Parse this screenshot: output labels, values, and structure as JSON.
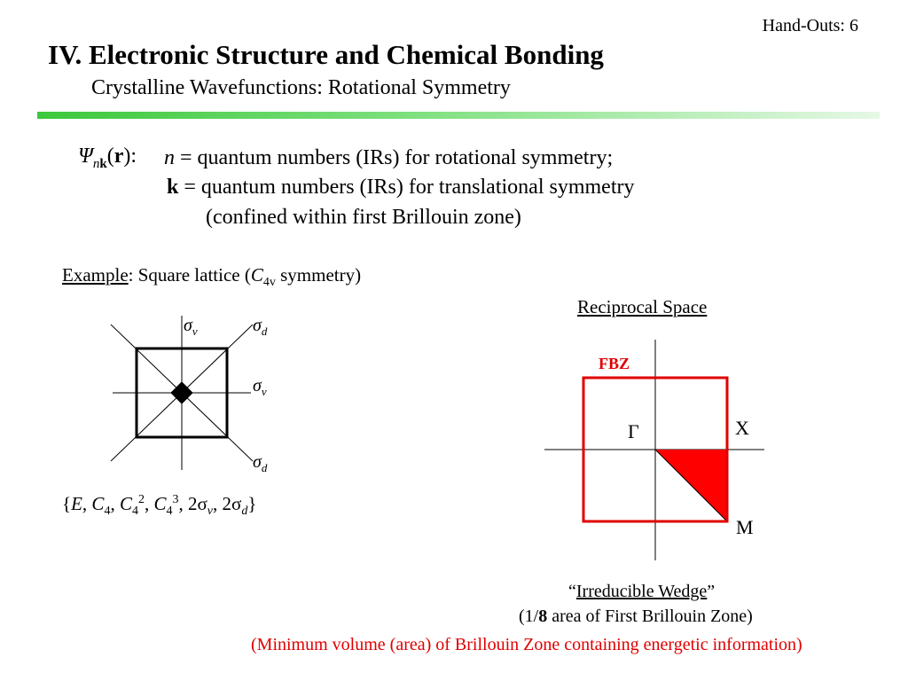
{
  "header": {
    "handouts": "Hand-Outs: 6",
    "title": "IV. Electronic Structure and Chemical Bonding",
    "subtitle": "Crystalline Wavefunctions: Rotational Symmetry"
  },
  "wavefunction": {
    "psi": "Ψ",
    "psi_sub_n": "n",
    "psi_sub_k": "k",
    "psi_arg": "r",
    "n_symbol": "n",
    "n_text": "quantum numbers (IRs) for rotational symmetry;",
    "k_symbol": "k",
    "k_text": "quantum numbers (IRs) for translational symmetry",
    "k_note": "(confined within first Brillouin zone)"
  },
  "example": {
    "label": "Example",
    "text_before": ": Square lattice (",
    "group_symbol": "C",
    "group_sub": "4v",
    "text_after": " symmetry)"
  },
  "symmetry_labels": {
    "sigma": "σ",
    "v": "v",
    "d": "d"
  },
  "group_elements": {
    "open": "{",
    "E": "E",
    "C": "C",
    "four": "4",
    "two": "2",
    "three": "3",
    "two_sigma": "2σ",
    "v": "v",
    "d": "d",
    "close": "}"
  },
  "reciprocal": {
    "title": "Reciprocal Space",
    "fbz": "FBZ",
    "gamma": "Γ",
    "x": "X",
    "m": "M",
    "fbz_color": "#e00000",
    "wedge_fill": "#ff0000"
  },
  "wedge": {
    "quote_open": "“",
    "title": "Irreducible Wedge",
    "quote_close": "”",
    "line2_open": "(1/",
    "line2_bold": "8",
    "line2_rest": " area of First Brillouin Zone)",
    "note": "(Minimum volume (area) of Brillouin Zone containing energetic information)"
  }
}
